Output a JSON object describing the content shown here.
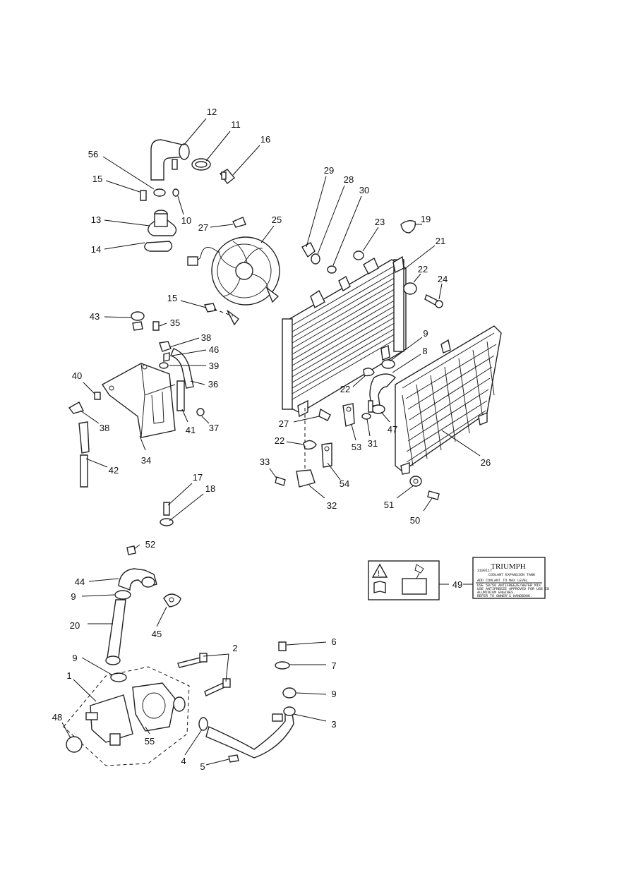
{
  "labels": {
    "l1": "1",
    "l2": "2",
    "l3": "3",
    "l4": "4",
    "l5": "5",
    "l6": "6",
    "l7": "7",
    "l8": "8",
    "l9a": "9",
    "l9b": "9",
    "l9c": "9",
    "l9d": "9",
    "l10": "10",
    "l11": "11",
    "l12": "12",
    "l13": "13",
    "l14": "14",
    "l15a": "15",
    "l15b": "15",
    "l16": "16",
    "l17": "17",
    "l18": "18",
    "l19": "19",
    "l20": "20",
    "l21": "21",
    "l22a": "22",
    "l22b": "22",
    "l22c": "22",
    "l23": "23",
    "l24": "24",
    "l25": "25",
    "l26": "26",
    "l27a": "27",
    "l27b": "27",
    "l28": "28",
    "l29": "29",
    "l30": "30",
    "l31": "31",
    "l32": "32",
    "l33": "33",
    "l34": "34",
    "l35": "35",
    "l36": "36",
    "l37": "37",
    "l38a": "38",
    "l38b": "38",
    "l39": "39",
    "l40": "40",
    "l41": "41",
    "l42": "42",
    "l43": "43",
    "l44": "44",
    "l45": "45",
    "l46": "46",
    "l47": "47",
    "l48": "48",
    "l49": "49",
    "l50": "50",
    "l51": "51",
    "l52": "52",
    "l53": "53",
    "l54": "54",
    "l55": "55",
    "l56": "56"
  },
  "decal": {
    "brand": "TRIUMPH",
    "part_no": "3100117",
    "line1": "COOLANT EXPANSION TANK",
    "line2": "ADD COOLANT TO  MAX  LEVEL",
    "line3": "USE 50/50 ANTIFREEZE/WATER MIX",
    "line4": "USE ANTIFREEZE APPROVED FOR USE IN",
    "line5": "ALUMINIUM ENGINES.",
    "line6": "REFER TO OWNER'S HANDBOOK."
  },
  "warning_icons": [
    "warning-triangle-icon",
    "handbook-icon",
    "coolant-pour-icon"
  ]
}
